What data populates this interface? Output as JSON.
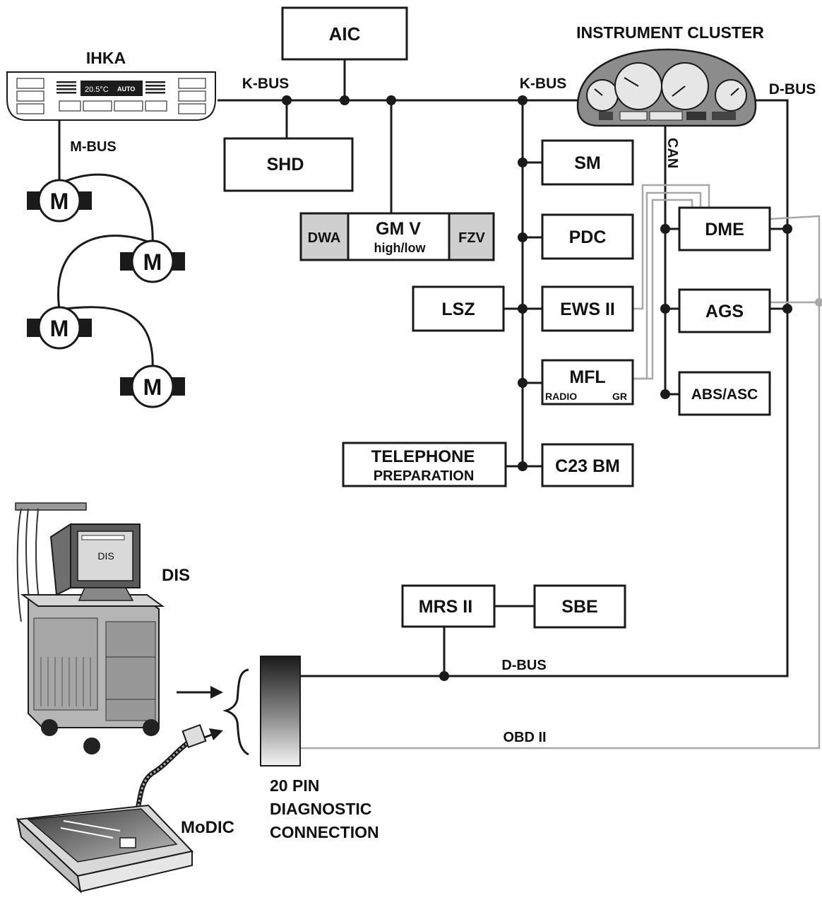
{
  "bus_labels": {
    "kbus_left": "K-BUS",
    "kbus_right": "K-BUS",
    "dbus_top": "D-BUS",
    "mbus": "M-BUS",
    "can": "CAN",
    "dbus_bottom": "D-BUS",
    "obd": "OBD II"
  },
  "titles": {
    "ihka": "IHKA",
    "instrument_cluster": "INSTRUMENT CLUSTER",
    "dis": "DIS",
    "modic": "MoDIC"
  },
  "ihka_display": {
    "temp": "20.5°C",
    "mode": "AUTO"
  },
  "modules": {
    "aic": "AIC",
    "shd": "SHD",
    "dwa": "DWA",
    "gmv": "GM V",
    "gmv_sub": "high/low",
    "fzv": "FZV",
    "sm": "SM",
    "pdc": "PDC",
    "lsz": "LSZ",
    "ews": "EWS II",
    "mfl": "MFL",
    "mfl_radio": "RADIO",
    "mfl_gr": "GR",
    "tel_line1": "TELEPHONE",
    "tel_line2": "PREPARATION",
    "c23": "C23 BM",
    "dme": "DME",
    "ags": "AGS",
    "abs": "ABS/ASC",
    "mrs": "MRS II",
    "sbe": "SBE"
  },
  "motor_label": "M",
  "dis_screen": "DIS",
  "connector": {
    "line1": "20 PIN",
    "line2": "DIAGNOSTIC",
    "line3": "CONNECTION"
  },
  "colors": {
    "bus_line": "#1a1a1a",
    "can_line": "#a8a8a8",
    "grey_module": "#cfcfcf",
    "cluster_body": "#8c8c8c"
  }
}
